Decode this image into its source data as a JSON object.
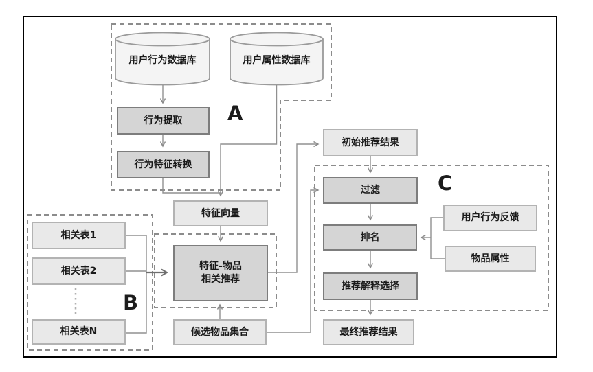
{
  "diagram": {
    "groups": {
      "a": {
        "label": "A"
      },
      "b": {
        "label": "B"
      },
      "c": {
        "label": "C"
      }
    },
    "databases": {
      "behavior_db": {
        "label": "用户行为数据库"
      },
      "attribute_db": {
        "label": "用户属性数据库"
      }
    },
    "nodes": {
      "behavior_extract": {
        "label": "行为提取"
      },
      "behavior_feature_convert": {
        "label": "行为特征转换"
      },
      "feature_vector": {
        "label": "特征向量"
      },
      "feature_item_recommend": {
        "line1": "特征-物品",
        "line2": "相关推荐"
      },
      "related_table_1": {
        "label": "相关表1"
      },
      "related_table_2": {
        "label": "相关表2"
      },
      "related_table_n": {
        "label": "相关表N"
      },
      "candidate_items": {
        "label": "候选物品集合"
      },
      "initial_results": {
        "label": "初始推荐结果"
      },
      "filter": {
        "label": "过滤"
      },
      "ranking": {
        "label": "排名"
      },
      "explanation_select": {
        "label": "推荐解释选择"
      },
      "final_results": {
        "label": "最终推荐结果"
      },
      "user_feedback": {
        "label": "用户行为反馈"
      },
      "item_attributes": {
        "label": "物品属性"
      }
    },
    "colors": {
      "shaded_box_fill": "#d5d5d5",
      "shaded_box_border": "#7d7d7d",
      "light_box_fill": "#e9e9e9",
      "light_box_border": "#b3b3b3",
      "cylinder_fill": "#f4f4f4",
      "connector_line": "#909090",
      "dashed_outline": "#8c8c8c",
      "frame_border": "#000000"
    }
  }
}
